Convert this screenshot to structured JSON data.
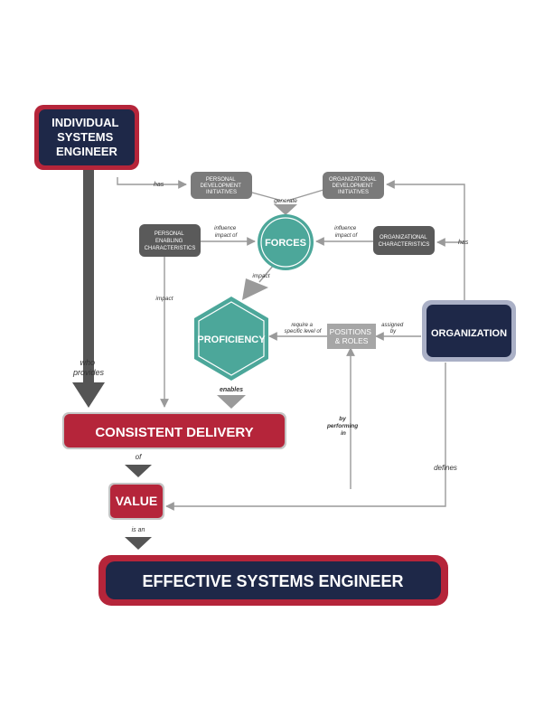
{
  "nodes": {
    "individual": [
      "INDIVIDUAL",
      "SYSTEMS",
      "ENGINEER"
    ],
    "organization": "ORGANIZATION",
    "consistent_delivery": "CONSISTENT DELIVERY",
    "value": "VALUE",
    "effective": "EFFECTIVE SYSTEMS ENGINEER",
    "proficiency": "PROFICIENCY",
    "forces": "FORCES",
    "personal_dev": [
      "PERSONAL",
      "DEVELOPMENT",
      "INITIATIVES"
    ],
    "org_dev": [
      "ORGANIZATIONAL",
      "DEVELOPMENT",
      "INITIATIVES"
    ],
    "personal_enabling": [
      "PERSONAL",
      "ENABLING",
      "CHARACTERISTICS"
    ],
    "org_char": [
      "ORGANIZATIONAL",
      "CHARACTERISTICS"
    ],
    "positions": [
      "POSITIONS",
      "& ROLES"
    ]
  },
  "labels": {
    "has_left": "has",
    "has_right": "has",
    "generate": "generate",
    "influence_left": [
      "influence",
      "impact of"
    ],
    "influence_right": [
      "influence",
      "impact of"
    ],
    "impact_forces": "impact",
    "impact_left": "impact",
    "require": [
      "require a",
      "specific level of"
    ],
    "assigned": [
      "assigned",
      "by"
    ],
    "who_provides": [
      "who",
      "provides"
    ],
    "enables": "enables",
    "by_performing": [
      "by",
      "performing",
      "in"
    ],
    "of": "of",
    "defines": "defines",
    "is_an": "is an"
  },
  "colors": {
    "navy": "#1e2848",
    "red": "#b5253a",
    "teal": "#4ca79a",
    "dark_gray": "#5a5a5a",
    "mid_gray": "#7a7a7a",
    "light_gray": "#a6a6a6",
    "lavender": "#aab0c6"
  }
}
